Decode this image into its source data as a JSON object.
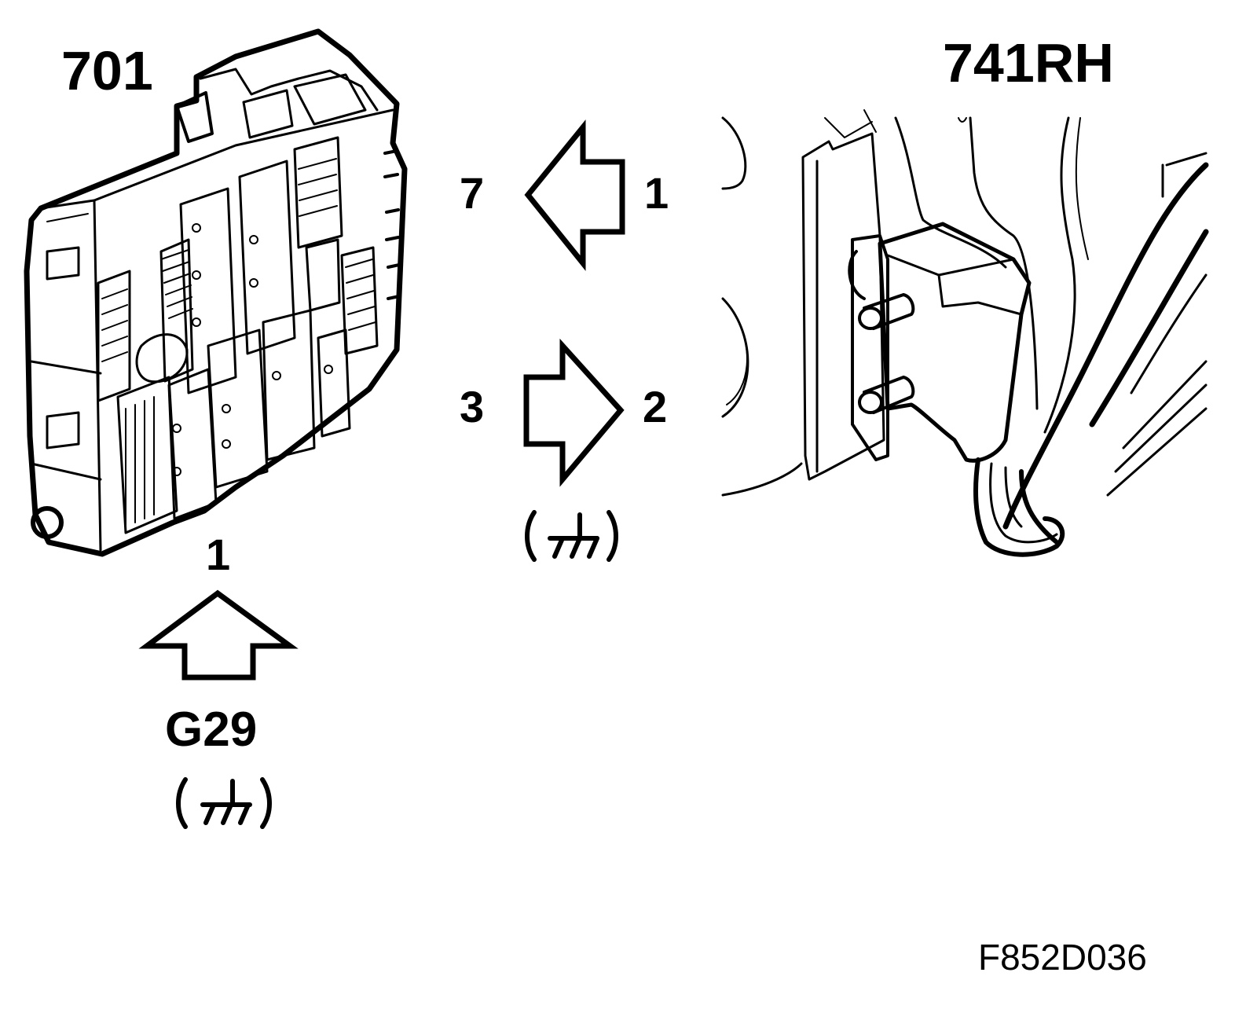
{
  "labels": {
    "module": "701",
    "connector": "741RH",
    "pin_module_upper": "7",
    "pin_connector_upper": "1",
    "pin_module_lower": "3",
    "pin_connector_lower": "2",
    "pin_module_ground": "1",
    "ground_point": "G29",
    "figure_code": "F852D036"
  },
  "icons": {
    "arrow_left": "arrow-left-icon",
    "arrow_right": "arrow-right-icon",
    "arrow_up": "arrow-up-icon",
    "ground": "ground-symbol-icon"
  }
}
